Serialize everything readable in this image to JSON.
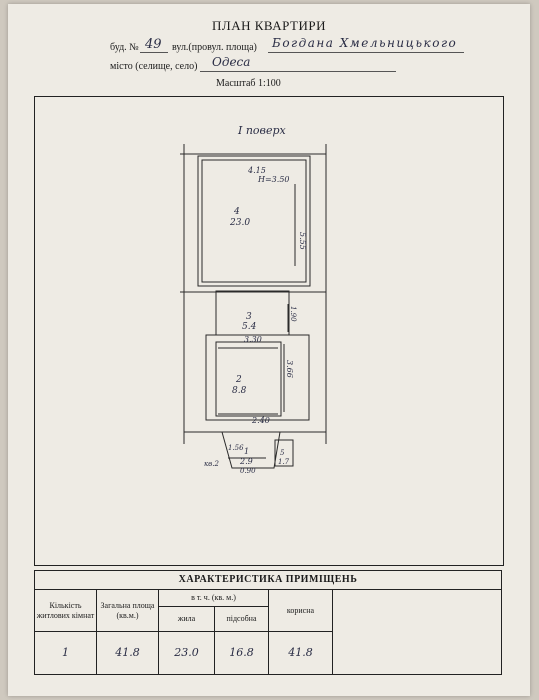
{
  "header": {
    "title": "ПЛАН КВАРТИРИ",
    "bud_label": "буд. №",
    "bud_value": "49",
    "street_label": "вул.(провул. площа)",
    "street_value": "Богдана Хмельницького",
    "city_label": "місто (селище, село)",
    "city_value": "Одеса",
    "scale": "Масштаб   1:100"
  },
  "plan": {
    "floor": "I поверх",
    "rooms": [
      {
        "num": "4",
        "area": "23.0"
      },
      {
        "num": "3",
        "area": "5.4"
      },
      {
        "num": "2",
        "area": "8.8"
      },
      {
        "num": "1",
        "area": "2.9"
      },
      {
        "num": "5",
        "area": "1.7"
      }
    ],
    "dims": {
      "d415": "4.15",
      "height": "H=3.50",
      "d555": "5.55",
      "d190": "1.90",
      "d330": "3.30",
      "d366": "3.66",
      "d240": "2.40",
      "d156": "1.56",
      "d090": "0.90",
      "kv": "кв.2"
    }
  },
  "table": {
    "title": "ХАРАКТЕРИСТИКА ПРИМІЩЕНЬ",
    "col_rooms": "Кількість житлових кімнат",
    "col_total": "Загальна площа (кв.м.)",
    "col_incl": "в т. ч. (кв. м.)",
    "col_living": "жила",
    "col_aux": "підсобна",
    "col_useful": "корисна",
    "rooms_count": "1",
    "total": "41.8",
    "living": "23.0",
    "aux": "16.8",
    "useful": "41.8"
  }
}
